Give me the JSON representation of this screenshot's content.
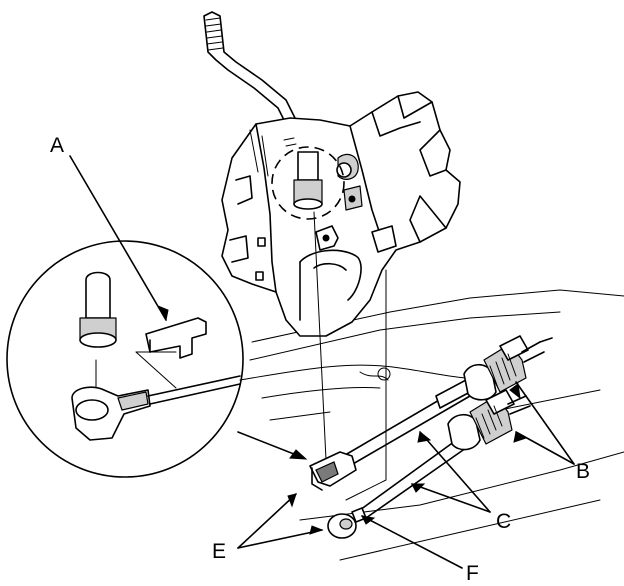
{
  "diagram": {
    "callouts": [
      {
        "id": "A",
        "label": "A"
      },
      {
        "id": "B",
        "label": "B"
      },
      {
        "id": "C",
        "label": "C"
      },
      {
        "id": "E",
        "label": "E"
      },
      {
        "id": "F",
        "label": "F"
      }
    ]
  }
}
